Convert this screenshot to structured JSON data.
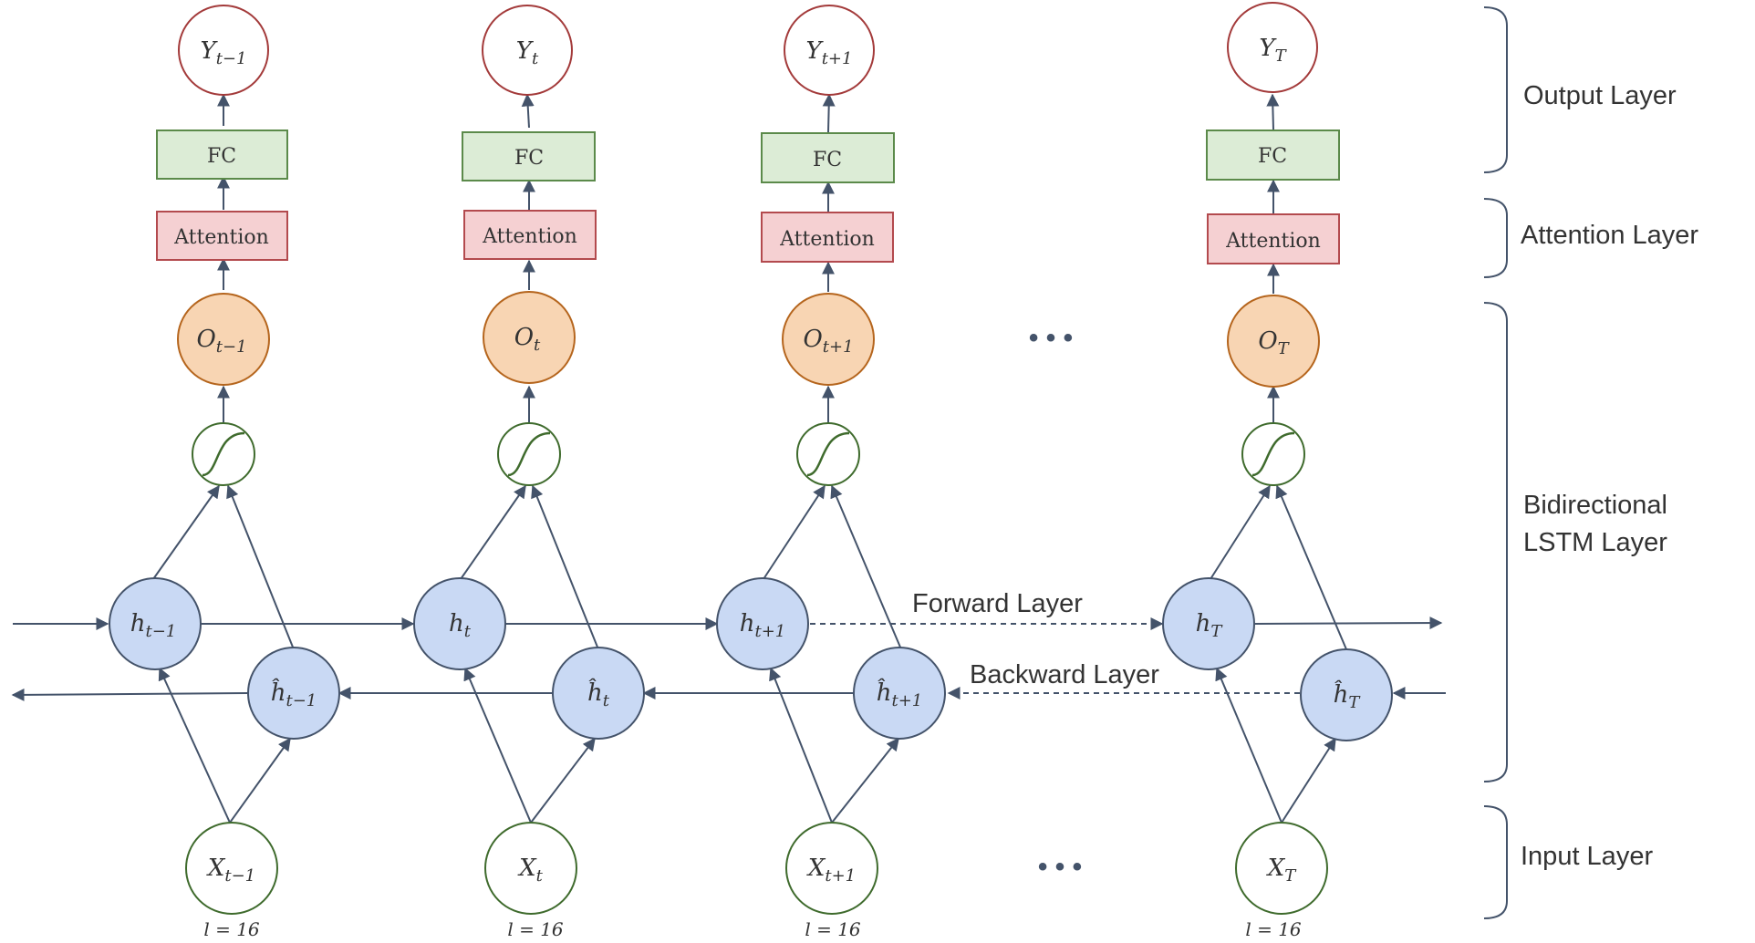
{
  "labels": {
    "fc": "FC",
    "attention": "Attention",
    "forward_layer": "Forward Layer",
    "backward_layer": "Backward Layer",
    "ellipsis": "• • •"
  },
  "columns": [
    {
      "y_base": "Y",
      "y_sub": "t−1",
      "o_base": "O",
      "o_sub": "t−1",
      "h_base": "h",
      "h_sub": "t−1",
      "hb_base": "ĥ",
      "hb_sub": "t−1",
      "x_base": "X",
      "x_sub": "t−1",
      "seq_length": "l = 16"
    },
    {
      "y_base": "Y",
      "y_sub": "t",
      "o_base": "O",
      "o_sub": "t",
      "h_base": "h",
      "h_sub": "t",
      "hb_base": "ĥ",
      "hb_sub": "t",
      "x_base": "X",
      "x_sub": "t",
      "seq_length": "l = 16"
    },
    {
      "y_base": "Y",
      "y_sub": "t+1",
      "o_base": "O",
      "o_sub": "t+1",
      "h_base": "h",
      "h_sub": "t+1",
      "hb_base": "ĥ",
      "hb_sub": "t+1",
      "x_base": "X",
      "x_sub": "t+1",
      "seq_length": "l = 16"
    },
    {
      "y_base": "Y",
      "y_sub": "T",
      "o_base": "O",
      "o_sub": "T",
      "h_base": "h",
      "h_sub": "T",
      "hb_base": "ĥ",
      "hb_sub": "T",
      "x_base": "X",
      "x_sub": "T",
      "seq_length": "l = 16"
    }
  ],
  "layers": {
    "output": "Output Layer",
    "attention": "Attention Layer",
    "lstm_line1": "Bidirectional",
    "lstm_line2": "LSTM Layer",
    "input": "Input Layer"
  },
  "colors": {
    "y_fill": "#ffffff",
    "y_stroke": "#a33a3a",
    "fc_fill": "#dcecd6",
    "fc_stroke": "#5b8a4a",
    "att_fill": "#f5d0d2",
    "att_stroke": "#b34a4e",
    "o_fill": "#f8d5b3",
    "o_stroke": "#b5651d",
    "sig_stroke": "#3f6b2d",
    "h_fill": "#c9d9f4",
    "h_stroke": "#44536a",
    "x_stroke": "#3f6b2d",
    "arrow": "#44536a",
    "text": "#333333"
  }
}
